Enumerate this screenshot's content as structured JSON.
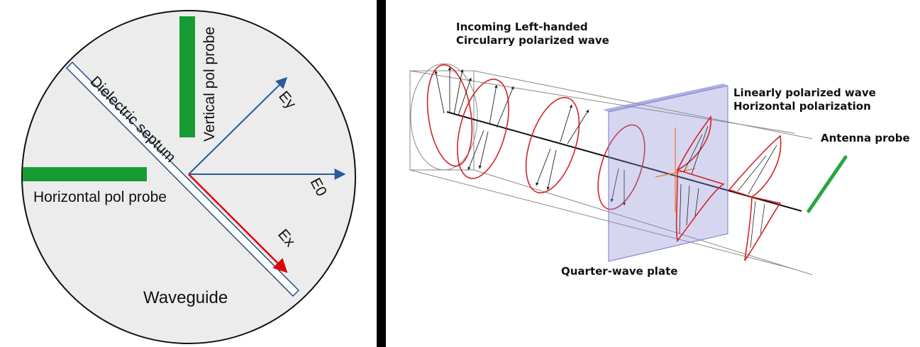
{
  "left_diagram": {
    "septum_label": "Dielectric septum",
    "vertical_probe_label": "Vertical pol probe",
    "horizontal_probe_label": "Horizontal pol probe",
    "vector_ey": "Ey",
    "vector_e0": "E0",
    "vector_ex": "Ex",
    "waveguide_label": "Waveguide"
  },
  "right_diagram": {
    "incoming_line1": "Incoming Left-handed",
    "incoming_line2": "Circularry polarized wave",
    "linear_line1": "Linearly polarized wave",
    "linear_line2": "Horizontal polarization",
    "antenna_label": "Antenna probe",
    "plate_label": "Quarter-wave plate"
  },
  "colors": {
    "probe_green": "#169b33",
    "antenna_green": "#2aa63c",
    "vector_blue": "#2b5a9b",
    "vector_red": "#e00000",
    "septum_blue": "#27508c",
    "divider": "#000000",
    "plate": "#8a8ad6",
    "helix": "#d22424"
  }
}
